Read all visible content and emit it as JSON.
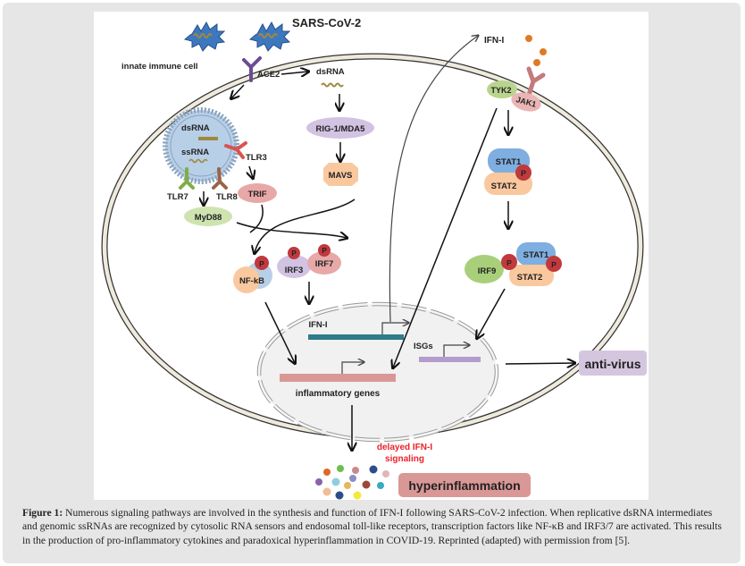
{
  "figure": {
    "labels": {
      "virus": "SARS-CoV-2",
      "cell": "innate immune cell",
      "ace2": "ACE2",
      "dsrna_cyto": "dsRNA",
      "dsrna_endo": "dsRNA",
      "ssrna_endo": "ssRNA",
      "tlr3": "TLR3",
      "tlr7": "TLR7",
      "tlr8": "TLR8",
      "trif": "TRIF",
      "myd88": "MyD88",
      "rig1": "RIG-1/MDA5",
      "mavs": "MAVS",
      "nfkb": "NF-kB",
      "irf3": "IRF3",
      "irf7": "IRF7",
      "p": "P",
      "ifn_gene": "IFN-I",
      "ifn_out": "IFN-I",
      "tyk2": "TYK2",
      "jak1": "JAK1",
      "stat1": "STAT1",
      "stat2": "STAT2",
      "irf9": "IRF9",
      "isgs": "ISGs",
      "inflam_genes": "inflammatory genes",
      "antivirus": "anti-virus",
      "delayed_line1": "delayed IFN-I",
      "delayed_line2": "signaling",
      "hyper": "hyperinflammation"
    },
    "colors": {
      "ifn_gene_bar": "#2e7b8a",
      "isg_bar": "#b39ccc",
      "inflam_bar": "#d99896",
      "delayed_text": "#e8222a",
      "antivirus_box": "#d5c6e0",
      "hyper_box": "#d99896",
      "phospho": "#c0393d"
    }
  },
  "caption": {
    "label": "Figure 1:",
    "text": " Numerous signaling pathways are involved in the synthesis and function of IFN-I following SARS-CoV-2 infection. When replicative dsRNA intermediates and genomic ssRNAs are recognized by cytosolic RNA sensors and endosomal toll-like receptors, transcription factors like NF-κB and IRF3/7 are activated. This results in the production of pro-inflammatory cytokines and paradoxical hyperinflammation in COVID-19. Reprinted (adapted) with permission from [5]."
  }
}
